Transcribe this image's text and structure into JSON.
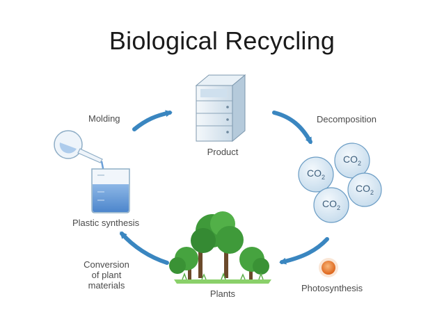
{
  "title": "Biological Recycling",
  "labels": {
    "molding": "Molding",
    "product": "Product",
    "decomposition": "Decomposition",
    "plastic_synthesis": "Plastic synthesis",
    "conversion_line1": "Conversion",
    "conversion_line2": "of plant",
    "conversion_line3": "materials",
    "plants": "Plants",
    "photosynthesis": "Photosynthesis"
  },
  "co2": {
    "text": "CO",
    "subscript": "2"
  },
  "colors": {
    "arrow": "#3a86c0",
    "bubble_fill": "#d8e7f3",
    "bubble_stroke": "#6a9cc4",
    "liquid": "#6a9fd8",
    "tree_green": "#3f9a3a",
    "sun": "#e8782a"
  }
}
